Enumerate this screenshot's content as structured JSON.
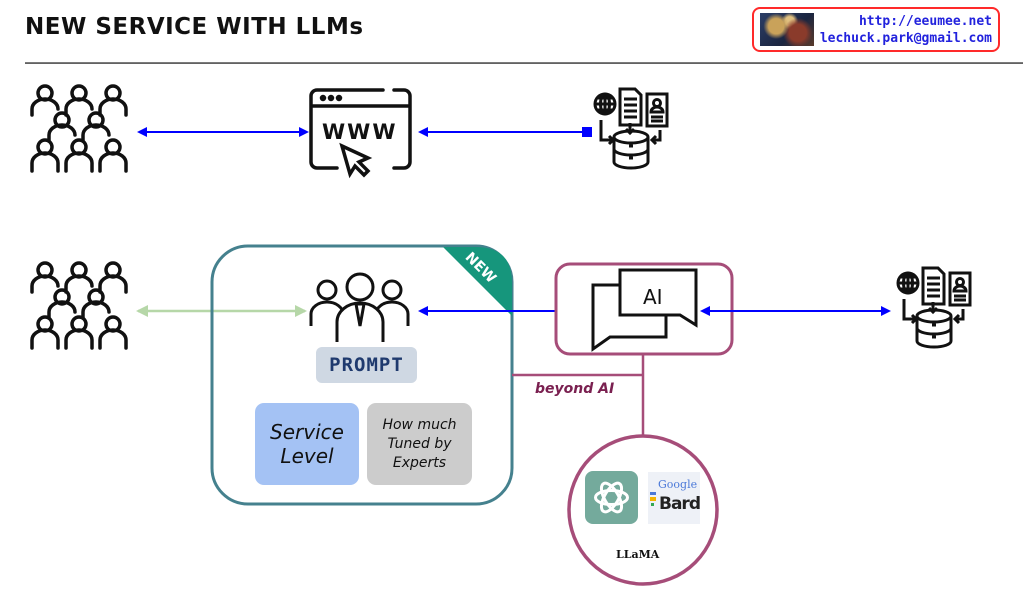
{
  "header": {
    "title": "NEW SERVICE WITH LLMs",
    "contact": {
      "url": "http://eeumee.net",
      "email": "lechuck.park@gmail.com",
      "thumbnail_icon": "painting-thumbnail"
    }
  },
  "top_flow": {
    "users_icon": "people-group-icon",
    "web_label": "WWW",
    "web_icon": "web-browser-cursor-icon",
    "data_icon": "data-sources-database-icon"
  },
  "bottom_flow": {
    "users_icon": "people-group-icon",
    "new_badge": "NEW",
    "prompt_label": "PROMPT",
    "service_level": "Service Level",
    "tuned_by_experts": "How much Tuned by Experts",
    "ai_label": "AI",
    "beyond_ai": "beyond AI",
    "llm_models": [
      "ChatGPT",
      "Google Bard",
      "LLaMA"
    ],
    "bard_google": "Google",
    "bard_word": "Bard",
    "llama_label": "LLaMA",
    "data_icon": "data-sources-database-icon"
  },
  "colors": {
    "arrow_blue": "#0000ff",
    "arrow_green": "#b6d7a8",
    "teal_box": "#45818e",
    "new_badge": "#16967c",
    "ai_box": "#a64d79",
    "contact_border": "#ff2a2a"
  }
}
